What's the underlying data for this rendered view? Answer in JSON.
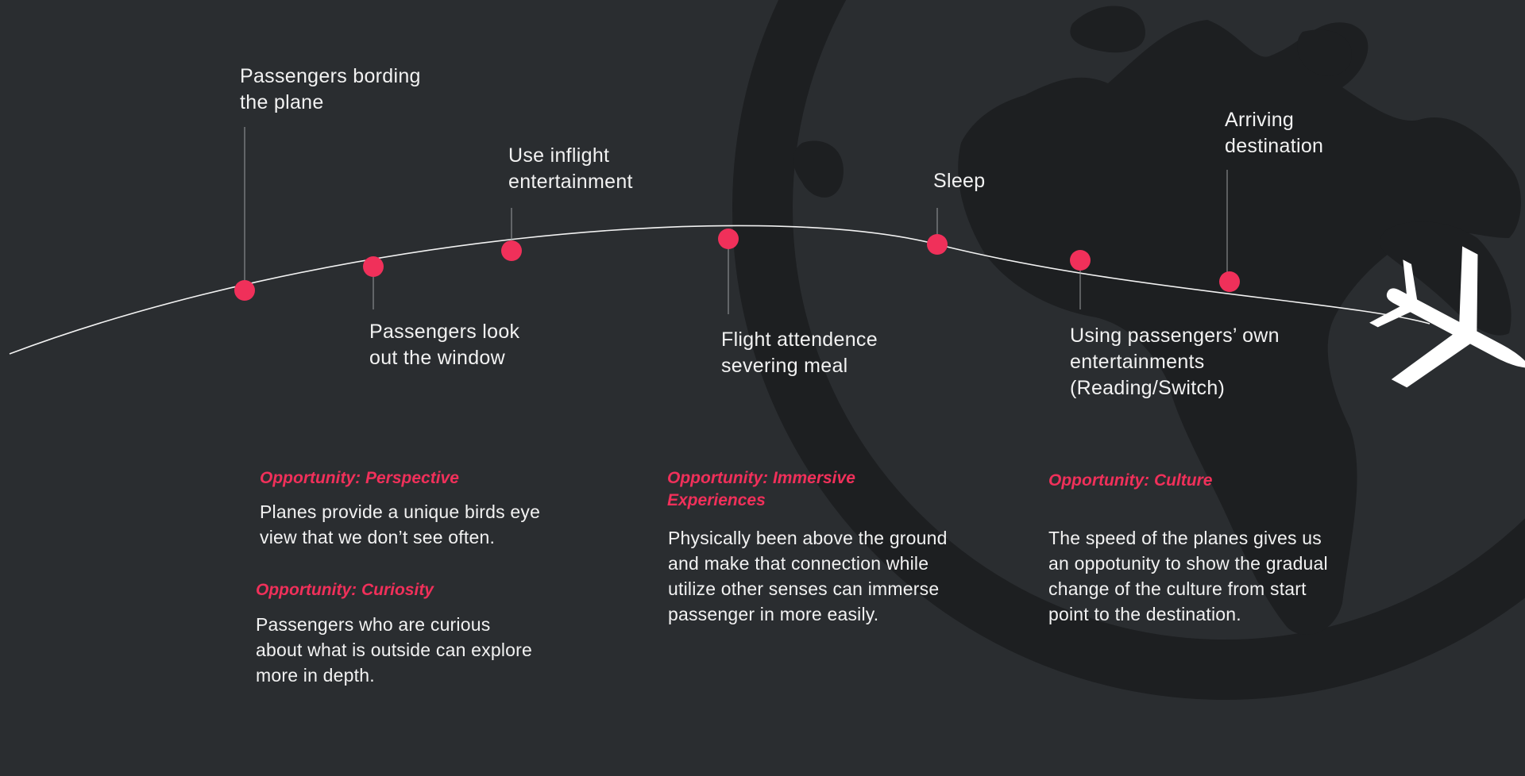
{
  "colors": {
    "background": "#2a2d30",
    "globe": "#1d1f21",
    "accent": "#f0305a",
    "line": "#f2f2f2",
    "text": "#f2f2f2"
  },
  "icons": {
    "globe": "globe-icon",
    "plane": "airplane-icon"
  },
  "journey": {
    "stages": [
      {
        "id": "boarding",
        "label": "Passengers bording\nthe plane"
      },
      {
        "id": "window",
        "label": "Passengers look\nout the window"
      },
      {
        "id": "entertainment",
        "label": "Use inflight\nentertainment"
      },
      {
        "id": "meal",
        "label": "Flight attendence\nsevering meal"
      },
      {
        "id": "sleep",
        "label": "Sleep"
      },
      {
        "id": "own-entertainment",
        "label": "Using passengers’ own\nentertainments\n(Reading/Switch)"
      },
      {
        "id": "arriving",
        "label": "Arriving\ndestination"
      }
    ]
  },
  "opportunities": [
    {
      "id": "perspective",
      "title": "Opportunity: Perspective",
      "body": "Planes provide a unique birds eye\nview that we don’t see often."
    },
    {
      "id": "curiosity",
      "title": "Opportunity: Curiosity",
      "body": "Passengers who are curious\nabout what is outside can explore\nmore in depth."
    },
    {
      "id": "immersive",
      "title": "Opportunity: Immersive\nExperiences",
      "body": "Physically been above the ground\nand make that connection while\nutilize other senses can immerse\npassenger in more easily."
    },
    {
      "id": "culture",
      "title": "Opportunity: Culture",
      "body": "The speed of the planes gives us\nan oppotunity to show the gradual\nchange of the culture from start\npoint to the destination."
    }
  ]
}
